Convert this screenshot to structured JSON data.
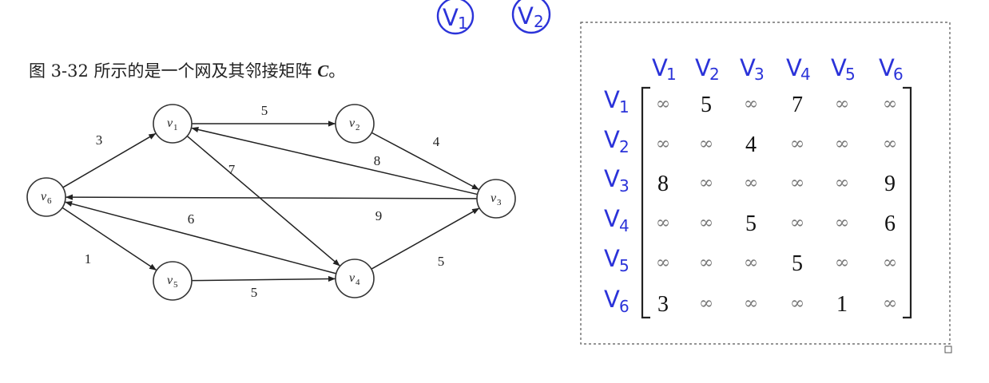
{
  "caption": {
    "prefix": "图 3-32 所示的是一个网及其邻接矩阵 ",
    "matrix_symbol": "C",
    "suffix": "。"
  },
  "top_annotations": [
    {
      "letter": "V",
      "sub": "1"
    },
    {
      "letter": "V",
      "sub": "2"
    }
  ],
  "graph": {
    "nodes": [
      {
        "id": "v1",
        "letter": "v",
        "sub": "1"
      },
      {
        "id": "v2",
        "letter": "v",
        "sub": "2"
      },
      {
        "id": "v3",
        "letter": "v",
        "sub": "3"
      },
      {
        "id": "v4",
        "letter": "v",
        "sub": "4"
      },
      {
        "id": "v5",
        "letter": "v",
        "sub": "5"
      },
      {
        "id": "v6",
        "letter": "v",
        "sub": "6"
      }
    ],
    "edges": [
      {
        "from": "v1",
        "to": "v2",
        "weight": "5"
      },
      {
        "from": "v2",
        "to": "v3",
        "weight": "4"
      },
      {
        "from": "v3",
        "to": "v1",
        "weight": "8"
      },
      {
        "from": "v1",
        "to": "v4",
        "weight": "7"
      },
      {
        "from": "v6",
        "to": "v1",
        "weight": "3"
      },
      {
        "from": "v3",
        "to": "v6",
        "weight": "9"
      },
      {
        "from": "v4",
        "to": "v6",
        "weight": "6"
      },
      {
        "from": "v6",
        "to": "v5",
        "weight": "1"
      },
      {
        "from": "v5",
        "to": "v4",
        "weight": "5"
      },
      {
        "from": "v4",
        "to": "v3",
        "weight": "5"
      }
    ]
  },
  "matrix": {
    "col_headers": [
      {
        "letter": "V",
        "sub": "1"
      },
      {
        "letter": "V",
        "sub": "2"
      },
      {
        "letter": "V",
        "sub": "3"
      },
      {
        "letter": "V",
        "sub": "4"
      },
      {
        "letter": "V",
        "sub": "5"
      },
      {
        "letter": "V",
        "sub": "6"
      }
    ],
    "row_headers": [
      {
        "letter": "V",
        "sub": "1"
      },
      {
        "letter": "V",
        "sub": "2"
      },
      {
        "letter": "V",
        "sub": "3"
      },
      {
        "letter": "V",
        "sub": "4"
      },
      {
        "letter": "V",
        "sub": "5"
      },
      {
        "letter": "V",
        "sub": "6"
      }
    ],
    "rows": [
      [
        "∞",
        "5",
        "∞",
        "7",
        "∞",
        "∞"
      ],
      [
        "∞",
        "∞",
        "4",
        "∞",
        "∞",
        "∞"
      ],
      [
        "8",
        "∞",
        "∞",
        "∞",
        "∞",
        "9"
      ],
      [
        "∞",
        "∞",
        "5",
        "∞",
        "∞",
        "6"
      ],
      [
        "∞",
        "∞",
        "∞",
        "5",
        "∞",
        "∞"
      ],
      [
        "3",
        "∞",
        "∞",
        "∞",
        "1",
        "∞"
      ]
    ]
  },
  "colors": {
    "handwriting": "#2b33d9",
    "ink": "#222222",
    "infinity": "#777777"
  }
}
